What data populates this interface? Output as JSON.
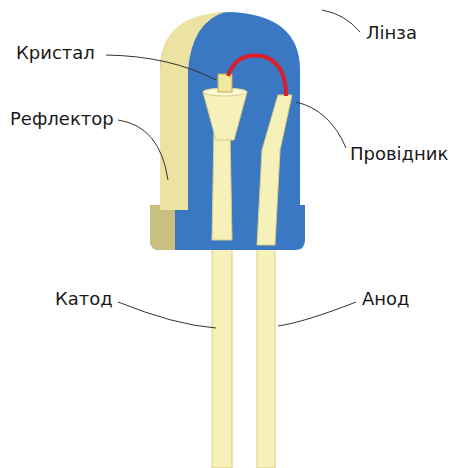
{
  "diagram": {
    "labels": [
      "Кристал",
      "Лінза",
      "Рефлектор",
      "Провідник",
      "Катод",
      "Анод"
    ]
  }
}
